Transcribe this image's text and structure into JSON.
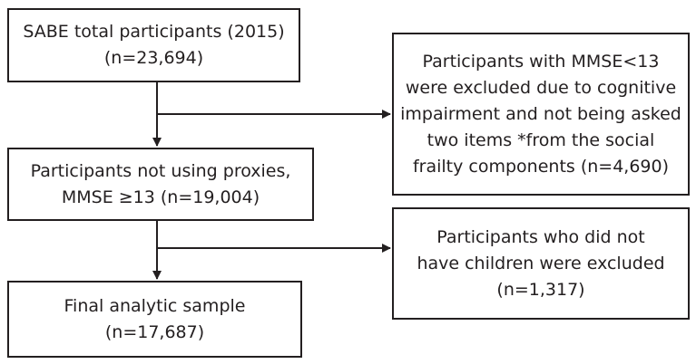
{
  "flowchart": {
    "main_boxes": [
      {
        "id": "total",
        "lines": [
          "SABE total participants (2015)",
          "(n=23,694)"
        ]
      },
      {
        "id": "noproxy",
        "lines": [
          "Participants not using proxies,",
          "MMSE ≥13 (n=19,004)"
        ]
      },
      {
        "id": "final",
        "lines": [
          "Final analytic sample",
          "(n=17,687)"
        ]
      }
    ],
    "exclusion_boxes": [
      {
        "id": "excl1",
        "lines": [
          "Participants with MMSE<13",
          "were excluded due to cognitive",
          "impairment and not being asked",
          "two items *from the social",
          "frailty components (n=4,690)"
        ]
      },
      {
        "id": "excl2",
        "lines": [
          "Participants who did not",
          "have children were excluded",
          "(n=1,317)"
        ]
      }
    ]
  },
  "colors": {
    "line": "#231f20",
    "box_border": "#231f20",
    "background": "#ffffff"
  }
}
